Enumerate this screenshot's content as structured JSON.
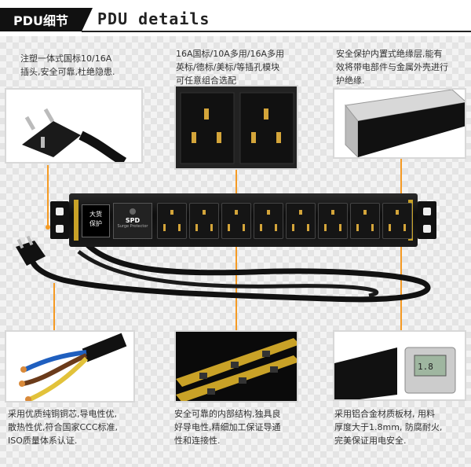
{
  "header": {
    "tab_label": "PDU细节",
    "title": "PDU details"
  },
  "callouts": {
    "plug": {
      "lines": [
        "注塑一体式国标10/16A",
        "插头,安全可靠,杜绝隐患."
      ]
    },
    "socket": {
      "lines": [
        "16A国标/10A多用/16A多用",
        "英标/德标/美标/等插孔模块",
        "可任意组合选配"
      ]
    },
    "housing": {
      "lines": [
        "安全保护内置式绝缘层,能有",
        "效将带电部件与金属外壳进行",
        "护绝缘."
      ]
    },
    "wire": {
      "lines": [
        "采用优质纯铜铜芯,导电性优,",
        "散热性优,符合国家CCC标准,",
        "ISO质量体系认证."
      ]
    },
    "internal": {
      "lines": [
        "安全可靠的内部结构,独具良",
        "好导电性,精细加工保证导通",
        "性和连接性."
      ]
    },
    "aluminum": {
      "lines": [
        "采用铝合金材质板材, 用料",
        "厚度大于1.8mm, 防腐耐火,",
        "完美保证用电安全."
      ]
    }
  },
  "pdu": {
    "switch_label_1": "大货",
    "switch_label_2": "保护",
    "spd_label": "SPD",
    "spd_sub": "Surge Protector",
    "outlet_count": 8
  },
  "colors": {
    "accent": "#f59a23",
    "header_bg": "#111111",
    "gold": "#c9a227"
  }
}
